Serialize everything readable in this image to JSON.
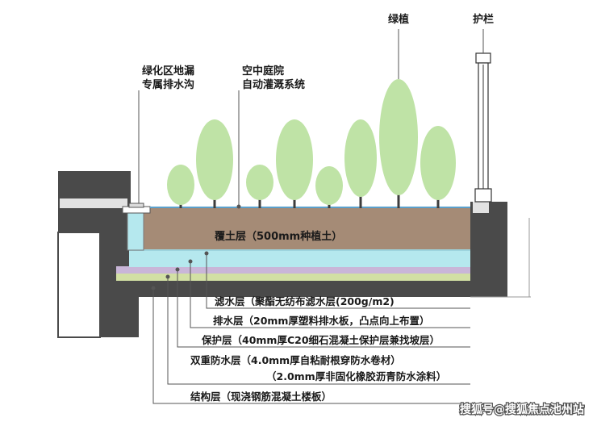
{
  "labels": {
    "green_plants": "绿植",
    "guardrail": "护栏",
    "floor_drain_line1": "绿化区地漏",
    "floor_drain_line2": "专属排水沟",
    "irrigation_line1": "空中庭院",
    "irrigation_line2": "自动灌溉系统",
    "soil_layer": "覆土层（500mm种植土）",
    "filter_layer": "滤水层（聚酯无纺布滤水层(200g/m2)",
    "drainage_layer": "排水层（20mm厚塑料排水板，凸点向上布置）",
    "protection_layer": "保护层（40mm厚C20细石混凝土保护层兼找坡层）",
    "waterproof_line1": "双重防水层（4.0mm厚自粘耐根穿防水卷材）",
    "waterproof_line2": "（2.0mm厚非固化橡胶沥青防水涂料）",
    "structure_layer": "结构层（现浇钢筋混凝土楼板）"
  },
  "watermark": "搜狐号@搜狐焦点池州站",
  "colors": {
    "tree": "#bfe3a6",
    "trunk": "#3d3d3d",
    "soil": "#a58b76",
    "drainage": "#b5e8ee",
    "protection": "#c9b6d8",
    "waterproof": "#d2e0a4",
    "concrete": "#4a4a4a",
    "ground": "#e2e2e2",
    "irrigation": "#5aa0cc"
  }
}
